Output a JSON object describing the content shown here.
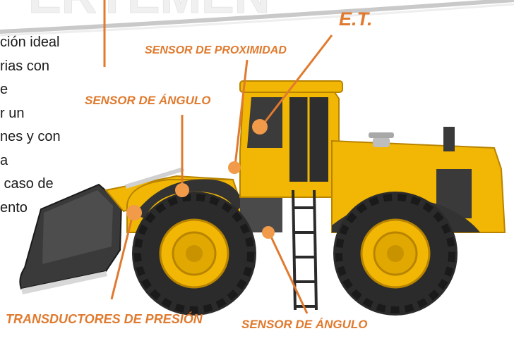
{
  "header": {
    "watermark_text": "ERTEMEN",
    "brand": "E.T."
  },
  "body_text": {
    "lines": [
      "ción ideal",
      "rias con",
      "e",
      "r un",
      "nes y con",
      "a",
      " caso de",
      "ento"
    ]
  },
  "labels": {
    "proximity_sensor": "SENSOR DE PROXIMIDAD",
    "angle_sensor_top": "SENSOR DE ÁNGULO",
    "pressure_transducers": "TRANSDUCTORES DE PRESIÓN",
    "angle_sensor_bottom": "SENSOR DE ÁNGULO"
  },
  "colors": {
    "accent": "#e07a2e",
    "machine_yellow": "#f2b705",
    "machine_shadow": "#b88400",
    "tire": "#2b2b2b",
    "sensor_dot": "#f09a4a"
  }
}
